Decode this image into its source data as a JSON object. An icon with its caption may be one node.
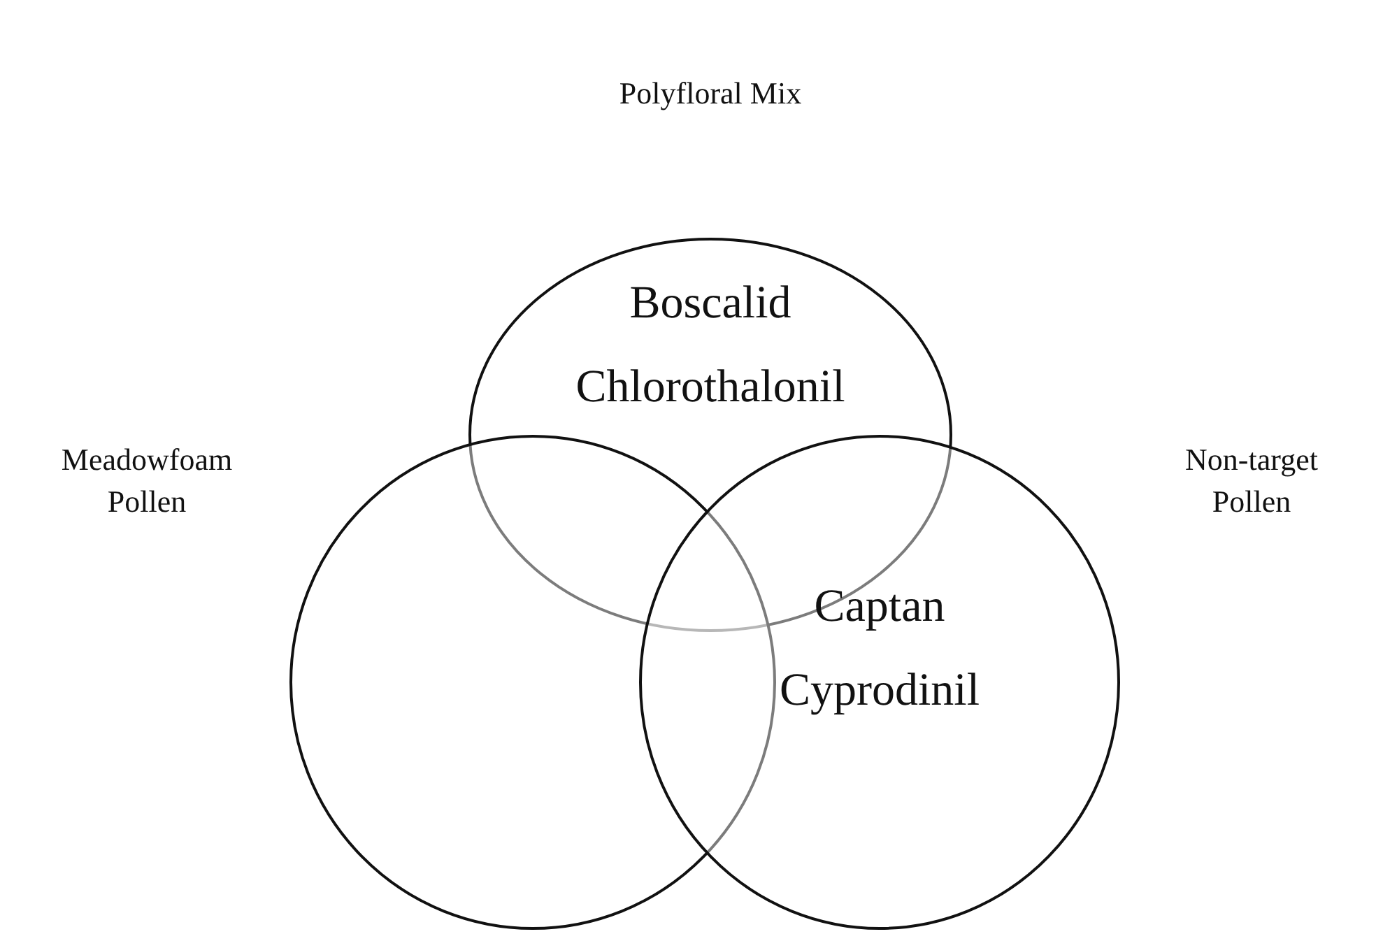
{
  "diagram": {
    "nodes": [
      {
        "text": [
          "Polyfloral Mix",
          "Boscalid",
          "Chlorothalonil"
        ]
      },
      {
        "text": [
          "Meadowfoam Pollen"
        ]
      },
      {
        "text": [
          "Non-target Pollen",
          "Captan",
          "Cyprodinil"
        ]
      }
    ]
  }
}
